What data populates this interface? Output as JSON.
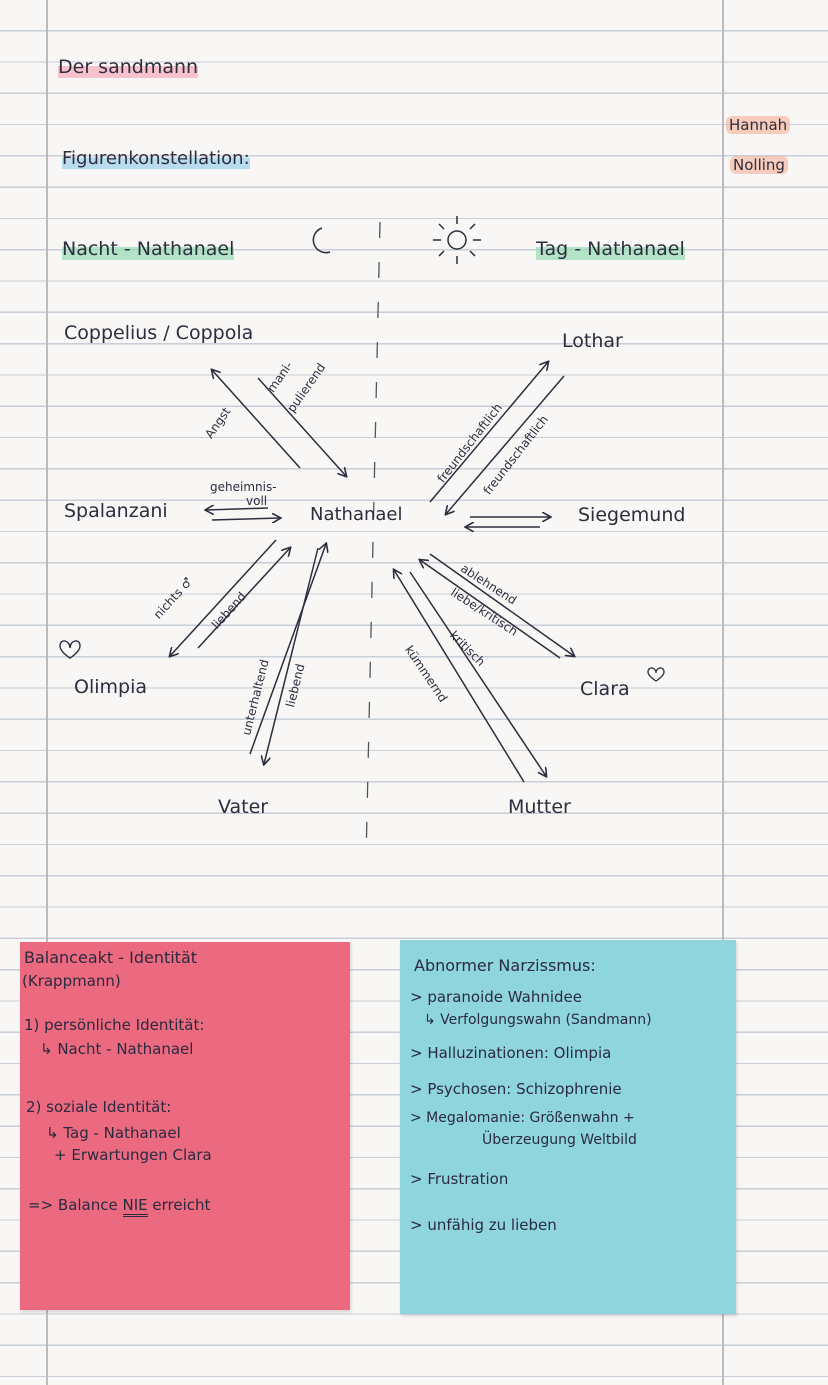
{
  "page": {
    "title": "Der sandmann",
    "heading": "Figurenkonstellation:",
    "author_line1": "Hannah",
    "author_line2": "Nolling"
  },
  "diagram": {
    "night_label": "Nacht - Nathanael",
    "day_label": "Tag - Nathanael",
    "moon_icon": "moon-icon",
    "sun_icon": "sun-icon",
    "heart_icon": "heart-icon",
    "center": "Nathanael",
    "characters": {
      "coppelius": "Coppelius / Coppola",
      "spalanzani": "Spalanzani",
      "olimpia": "Olimpia",
      "vater": "Vater",
      "lothar": "Lothar",
      "siegmund": "Siegemund",
      "clara": "Clara",
      "mutter": "Mutter"
    },
    "relations": {
      "angst": "Angst",
      "manipulierend_1": "mani-",
      "manipulierend_2": "pulierend",
      "geheimnisvoll_1": "geheimnis-",
      "geheimnisvoll_2": "voll",
      "nichts": "nichts ♂",
      "liebend_olimpia": "liebend",
      "unterhaltend": "unterhaltend",
      "liebend_vater": "liebend",
      "freundschaftlich_1": "freundschaftlich",
      "freundschaftlich_2": "freundschaftlich",
      "ablehnend": "ablehnend",
      "liebe_kritisch": "liebe/kritisch",
      "kritisch": "kritisch",
      "kuemmernd": "kümmernd"
    }
  },
  "note_left": {
    "title": "Balanceakt - Identität",
    "subtitle": "(Krappmann)",
    "item1": "1) persönliche Identität:",
    "item1_sub": "↳ Nacht - Nathanael",
    "item2": "2) soziale Identität:",
    "item2_sub1": "↳ Tag - Nathanael",
    "item2_sub2": "+ Erwartungen Clara",
    "conclusion_prefix": "=> Balance",
    "conclusion_emph": "NIE",
    "conclusion_suffix": "erreicht",
    "color": "#ec6a7f"
  },
  "note_right": {
    "title": "Abnormer Narzissmus:",
    "line1": "> paranoide Wahnidee",
    "line2": "↳ Verfolgungswahn (Sandmann)",
    "line3": "> Halluzinationen: Olimpia",
    "line4": "> Psychosen: Schizophrenie",
    "line5": "> Megalomanie: Größenwahn +",
    "line6": "Überzeugung Weltbild",
    "line7": "> Frustration",
    "line8": "> unfähig zu lieben",
    "color": "#8fd5dd"
  }
}
